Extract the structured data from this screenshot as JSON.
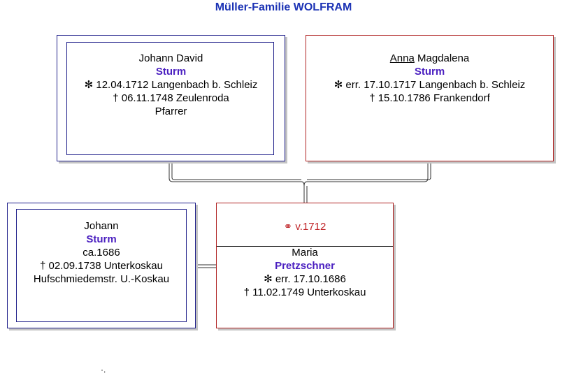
{
  "title": "Müller-Familie WOLFRAM",
  "father": {
    "given": "Johann David",
    "surname": "Sturm",
    "birth": "✻  12.04.1712 Langenbach b. Schleiz",
    "death": "†  06.11.1748 Zeulenroda",
    "occupation": "Pfarrer"
  },
  "mother": {
    "given_first": "Anna",
    "given_rest": " Magdalena",
    "surname": "Sturm",
    "birth": "✻ err. 17.10.1717 Langenbach b. Schleiz",
    "death": "†  15.10.1786 Frankendorf"
  },
  "husband": {
    "given": "Johann",
    "surname": "Sturm",
    "birth": "ca.1686",
    "death": "†  02.09.1738 Unterkoskau",
    "occupation": "Hufschmiedemstr. U.-Koskau"
  },
  "marriage": {
    "label": "⚭ v.1712"
  },
  "wife": {
    "given": "Maria",
    "surname": "Pretzschner",
    "birth": "✻ err. 17.10.1686",
    "death": "†  11.02.1749 Unterkoskau"
  },
  "footer_mark": "·.",
  "colors": {
    "title": "#1c33b5",
    "surname": "#4a1fc0",
    "male_border": "#1f1f8a",
    "female_border": "#b02222",
    "marriage": "#c0262a"
  }
}
